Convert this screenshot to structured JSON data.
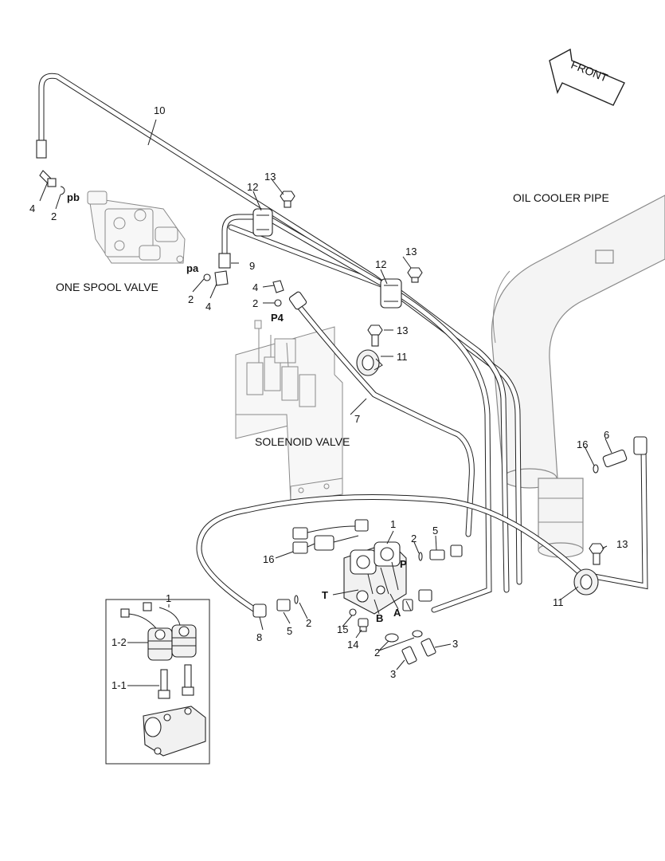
{
  "labels": {
    "front": "FRONT",
    "oil_cooler_pipe": "OIL COOLER PIPE",
    "one_spool_valve": "ONE SPOOL VALVE",
    "solenoid_valve": "SOLENOID VALVE"
  },
  "ports": {
    "pb": "pb",
    "pa": "pa",
    "p4": "P4",
    "p": "P",
    "t": "T",
    "a": "A",
    "b": "B"
  },
  "callouts": {
    "c10": "10",
    "c4a": "4",
    "c2a": "2",
    "c13a": "13",
    "c12a": "12",
    "c9": "9",
    "c2b": "2",
    "c4b": "4",
    "c4c": "4",
    "c2c": "2",
    "c13b": "13",
    "c12b": "12",
    "c13c": "13",
    "c11a": "11",
    "c7": "7",
    "c16a": "16",
    "c6": "6",
    "c1a": "1",
    "c2d": "2",
    "c5a": "5",
    "c16b": "16",
    "c13d": "13",
    "c11b": "11",
    "c8": "8",
    "c5b": "5",
    "c2e": "2",
    "c15": "15",
    "c14": "14",
    "c2f": "2",
    "c3a": "3",
    "c3b": "3",
    "c1b": "1",
    "c12c": "1-2",
    "c11c": "1-1"
  }
}
